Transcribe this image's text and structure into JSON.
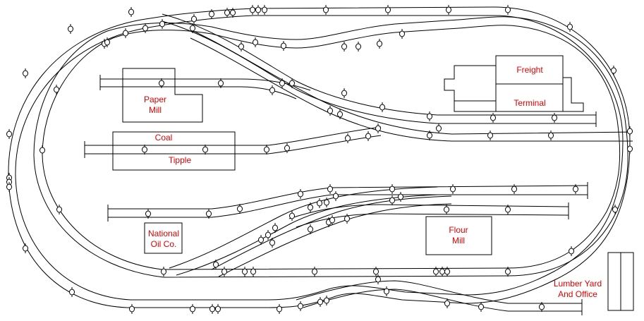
{
  "diagram": {
    "type": "model railroad track plan",
    "label_color": "#e00000",
    "line_color": "#000000",
    "background": "#ffffff"
  },
  "industries": [
    {
      "id": "paper-mill",
      "label": "Paper\nMill"
    },
    {
      "id": "coal-tipple",
      "label_top": "Coal",
      "label_bottom": "Tipple"
    },
    {
      "id": "freight-terminal",
      "label_top": "Freight",
      "label_bottom": "Terminal"
    },
    {
      "id": "national-oil",
      "label": "National\nOil Co."
    },
    {
      "id": "flour-mill",
      "label": "Flour\nMill"
    },
    {
      "id": "lumber-yard",
      "label": "Lumber Yard\nAnd Office"
    }
  ]
}
